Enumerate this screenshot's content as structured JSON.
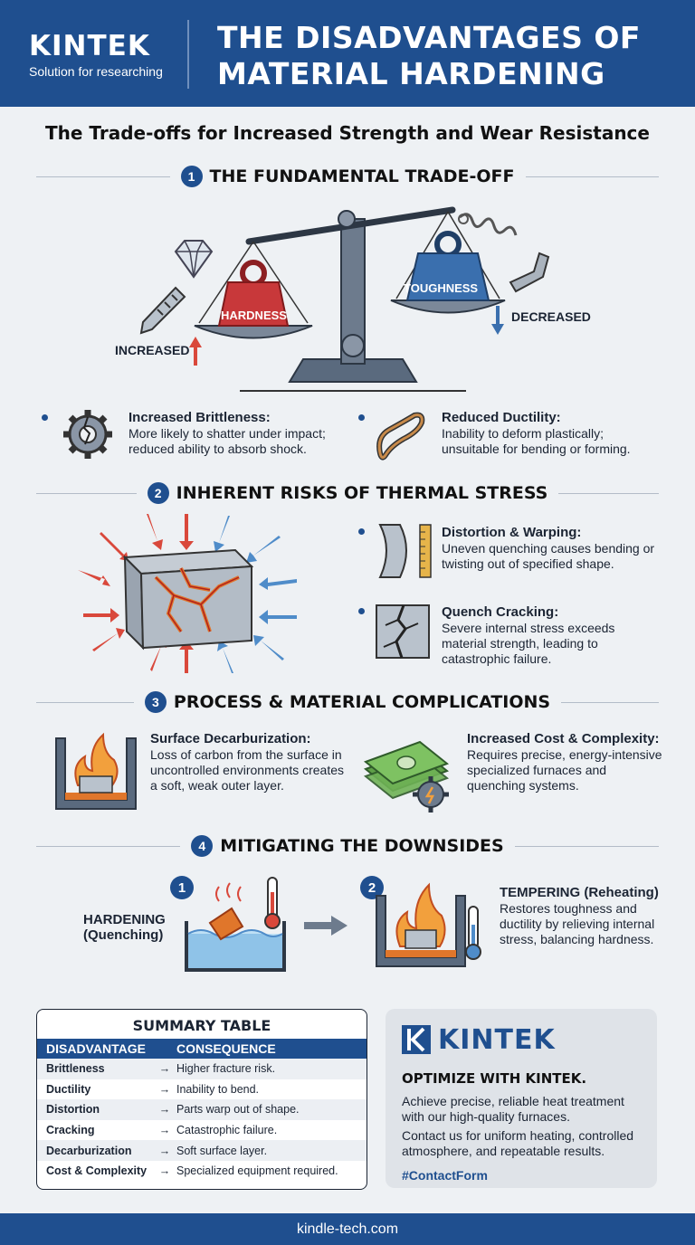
{
  "header": {
    "brand": "KINTEK",
    "tagline": "Solution for researching",
    "title": "THE DISADVANTAGES OF MATERIAL HARDENING"
  },
  "subtitle": "The Trade-offs for Increased Strength and Wear Resistance",
  "section1": {
    "number": "1",
    "title": "THE FUNDAMENTAL TRADE-OFF",
    "scale": {
      "left_weight": "HARDNESS",
      "right_weight": "TOUGHNESS",
      "left_label": "INCREASED",
      "right_label": "DECREASED"
    },
    "items": [
      {
        "title": "Increased Brittleness:",
        "text": "More likely to shatter under impact; reduced ability to absorb shock."
      },
      {
        "title": "Reduced Ductility:",
        "text": "Inability to deform plastically; unsuitable for bending or forming."
      }
    ]
  },
  "section2": {
    "number": "2",
    "title": "INHERENT RISKS OF THERMAL STRESS",
    "items": [
      {
        "title": "Distortion & Warping:",
        "text": "Uneven quenching causes bending or twisting out of specified shape."
      },
      {
        "title": "Quench Cracking:",
        "text": "Severe internal stress exceeds material strength, leading to catastrophic failure."
      }
    ]
  },
  "section3": {
    "number": "3",
    "title": "PROCESS & MATERIAL COMPLICATIONS",
    "items": [
      {
        "title": "Surface Decarburization:",
        "text": "Loss of carbon from the surface in uncontrolled environments creates a soft, weak outer layer."
      },
      {
        "title": "Increased Cost & Complexity:",
        "text": "Requires precise, energy-intensive specialized furnaces and quenching systems."
      }
    ]
  },
  "section4": {
    "number": "4",
    "title": "MITIGATING THE DOWNSIDES",
    "step1": {
      "number": "1",
      "label": "HARDENING (Quenching)"
    },
    "step2": {
      "number": "2",
      "title": "TEMPERING (Reheating)",
      "text": "Restores toughness and ductility by relieving internal stress, balancing hardness."
    }
  },
  "summary": {
    "title": "SUMMARY TABLE",
    "headers": [
      "DISADVANTAGE",
      "CONSEQUENCE"
    ],
    "arrow": "→",
    "rows": [
      [
        "Brittleness",
        "Higher fracture risk."
      ],
      [
        "Ductility",
        "Inability to bend."
      ],
      [
        "Distortion",
        "Parts warp out of shape."
      ],
      [
        "Cracking",
        "Catastrophic failure."
      ],
      [
        "Decarburization",
        "Soft surface layer."
      ],
      [
        "Cost & Complexity",
        "Specialized equipment required."
      ]
    ]
  },
  "cta": {
    "brand": "KINTEK",
    "heading": "OPTIMIZE WITH KINTEK.",
    "p1": "Achieve precise, reliable heat treatment with our high-quality furnaces.",
    "p2": "Contact us for uniform heating, controlled atmosphere, and repeatable results.",
    "link": "#ContactForm"
  },
  "footer": "kindle-tech.com",
  "colors": {
    "primary": "#1f4f8f",
    "hardness": "#c8383a",
    "toughness": "#3a6fae",
    "background": "#eef1f4"
  }
}
